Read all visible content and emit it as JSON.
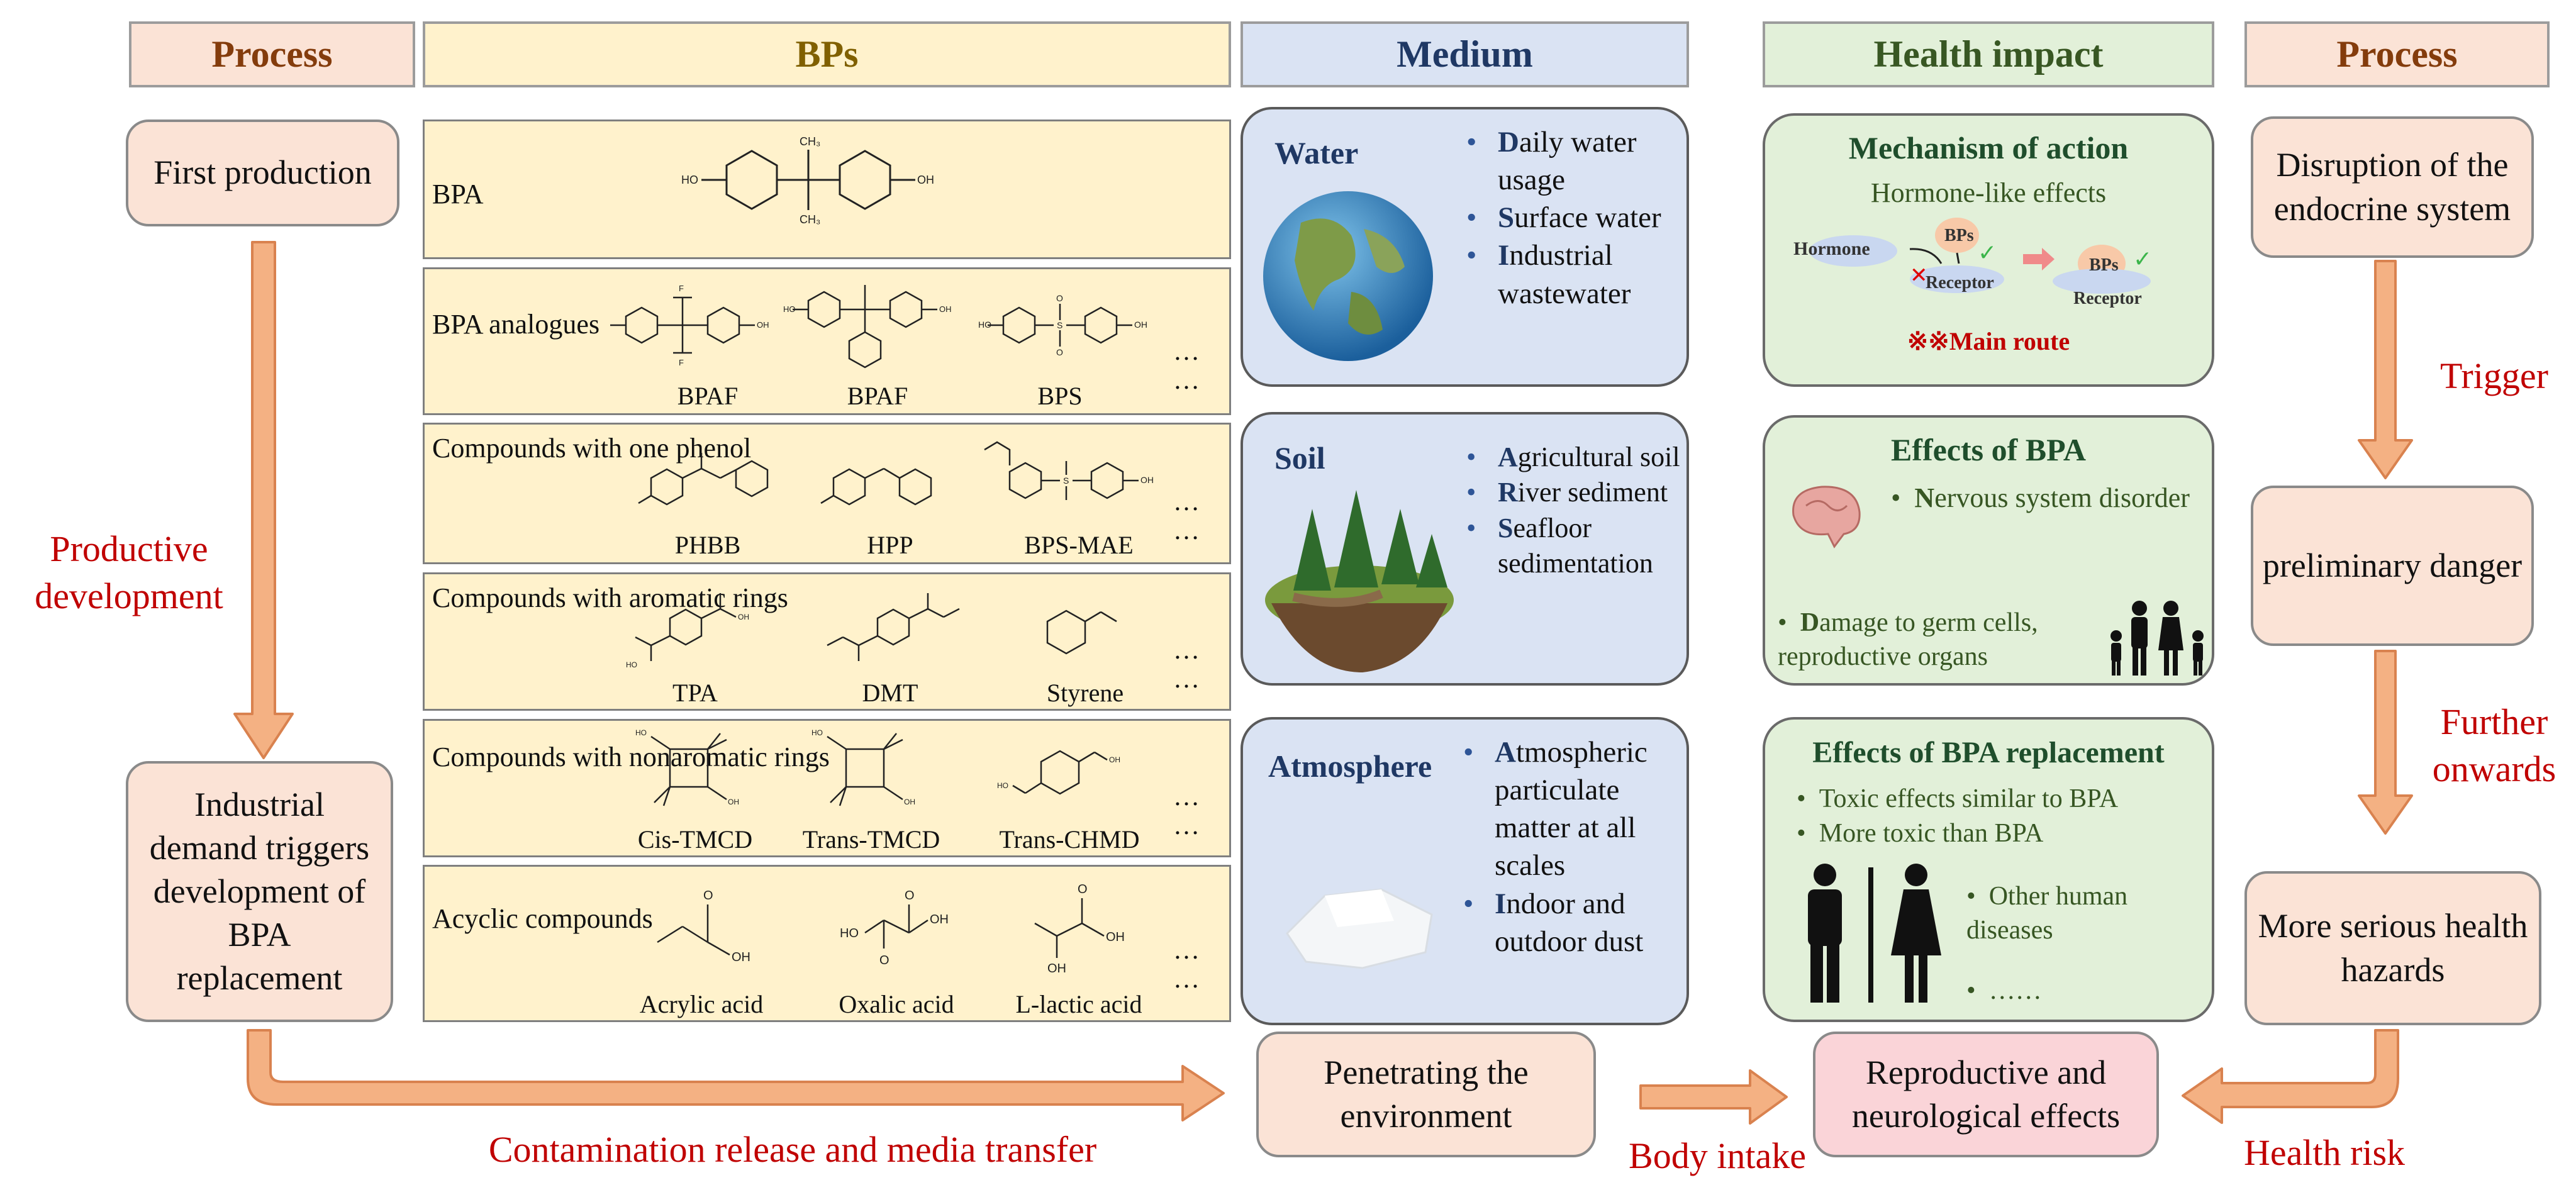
{
  "headers": {
    "process_left": "Process",
    "bps": "BPs",
    "medium": "Medium",
    "health": "Health impact",
    "process_right": "Process"
  },
  "left_process": {
    "first": "First production",
    "arrow_label": "Productive development",
    "industrial": "Industrial demand triggers development of BPA replacement"
  },
  "bps": [
    {
      "label": "BPA",
      "compounds": []
    },
    {
      "label": "BPA analogues",
      "compounds": [
        "BPAF",
        "BPAF",
        "BPS"
      ]
    },
    {
      "label": "Compounds with one phenol",
      "compounds": [
        "PHBB",
        "HPP",
        "BPS-MAE"
      ]
    },
    {
      "label": "Compounds with aromatic rings",
      "compounds": [
        "TPA",
        "DMT",
        "Styrene"
      ]
    },
    {
      "label": "Compounds with nonaromatic rings",
      "compounds": [
        "Cis-TMCD",
        "Trans-TMCD",
        "Trans-CHMD"
      ]
    },
    {
      "label": "Acyclic compounds",
      "compounds": [
        "Acrylic acid",
        "Oxalic acid",
        "L-lactic acid"
      ]
    }
  ],
  "ellipsis": "…",
  "media": {
    "water": {
      "title": "Water",
      "items": [
        [
          "D",
          "aily water usage"
        ],
        [
          "S",
          "urface water"
        ],
        [
          "I",
          "ndustrial wastewater"
        ]
      ]
    },
    "soil": {
      "title": "Soil",
      "items": [
        [
          "A",
          "gricultural soil"
        ],
        [
          "R",
          "iver sediment"
        ],
        [
          "S",
          "eafloor sedimentation"
        ]
      ]
    },
    "atmosphere": {
      "title": "Atmosphere",
      "items": [
        [
          "A",
          "tmospheric particulate matter at all scales"
        ],
        [
          "I",
          "ndoor and outdoor dust"
        ]
      ]
    }
  },
  "health": {
    "mechanism": {
      "title": "Mechanism of action",
      "subtitle": "Hormone-like effects",
      "hormone": "Hormone",
      "bps": "BPs",
      "receptor": "Receptor",
      "main_route": "※※Main route"
    },
    "bpa": {
      "title": "Effects of BPA",
      "nervous_cap": "N",
      "nervous_rest": "ervous system disorder",
      "damage_cap": "D",
      "damage_rest": "amage to germ cells, reproductive organs"
    },
    "replacement": {
      "title": "Effects of BPA replacement",
      "items": [
        "Toxic effects similar to BPA",
        "More toxic than BPA"
      ],
      "other": "Other human diseases",
      "more": "……"
    }
  },
  "right_process": {
    "disruption": "Disruption of the endocrine system",
    "trigger": "Trigger",
    "preliminary": "preliminary danger",
    "further": "Further onwards",
    "serious": "More serious health hazards"
  },
  "bottom": {
    "contamination": "Contamination release and media transfer",
    "penetrating": "Penetrating the environment",
    "body_intake": "Body intake",
    "reproductive": "Reproductive and neurological effects",
    "health_risk": "Health risk"
  },
  "colors": {
    "arrow": "#f4b183",
    "arrow_border": "#d9824f",
    "label_red": "#c00000",
    "header_orange_text": "#843c0c",
    "header_blue_text": "#1f3864",
    "header_green_text": "#385723"
  },
  "icons": [
    "globe-icon",
    "floating-island-icon",
    "cloud-icon",
    "brain-icon",
    "family-icon",
    "man-woman-icon"
  ]
}
